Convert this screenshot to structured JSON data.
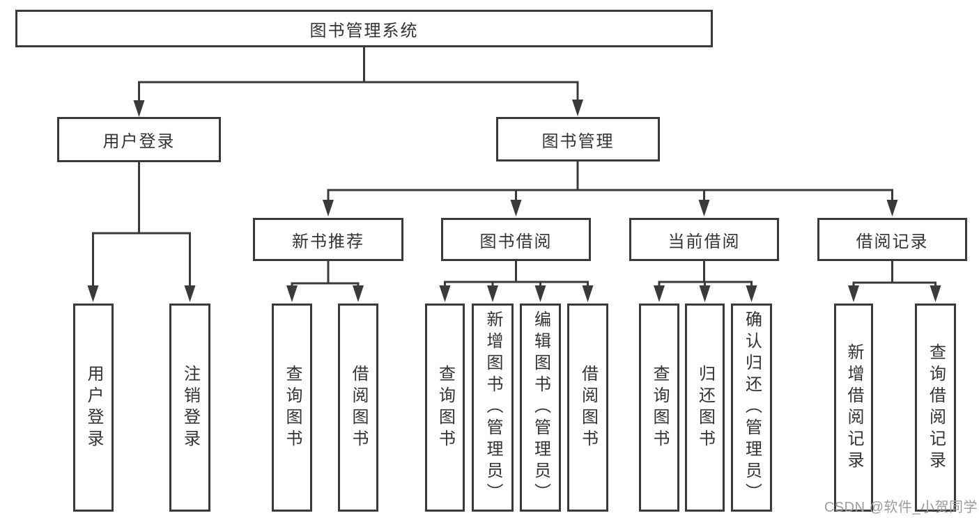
{
  "tree": {
    "label": "图书管理系统",
    "children": [
      {
        "label": "用户登录",
        "children": [
          {
            "label": "用户登录"
          },
          {
            "label": "注销登录"
          }
        ]
      },
      {
        "label": "图书管理",
        "children": [
          {
            "label": "新书推荐",
            "children": [
              {
                "label": "查询图书"
              },
              {
                "label": "借阅图书"
              }
            ]
          },
          {
            "label": "图书借阅",
            "children": [
              {
                "label": "查询图书"
              },
              {
                "label": "新增图书（管理员）"
              },
              {
                "label": "编辑图书（管理员）"
              },
              {
                "label": "借阅图书"
              }
            ]
          },
          {
            "label": "当前借阅",
            "children": [
              {
                "label": "查询图书"
              },
              {
                "label": "归还图书"
              },
              {
                "label": "确认归还（管理员）"
              }
            ]
          },
          {
            "label": "借阅记录",
            "children": [
              {
                "label": "新增借阅记录"
              },
              {
                "label": "查询借阅记录"
              }
            ]
          }
        ]
      }
    ]
  },
  "watermark": {
    "text": "CSDN @软件_小贺同学"
  },
  "colors": {
    "line": "#3a3a3a",
    "text": "#333333",
    "background": "#ffffff",
    "watermark": "#9c9c9c"
  }
}
